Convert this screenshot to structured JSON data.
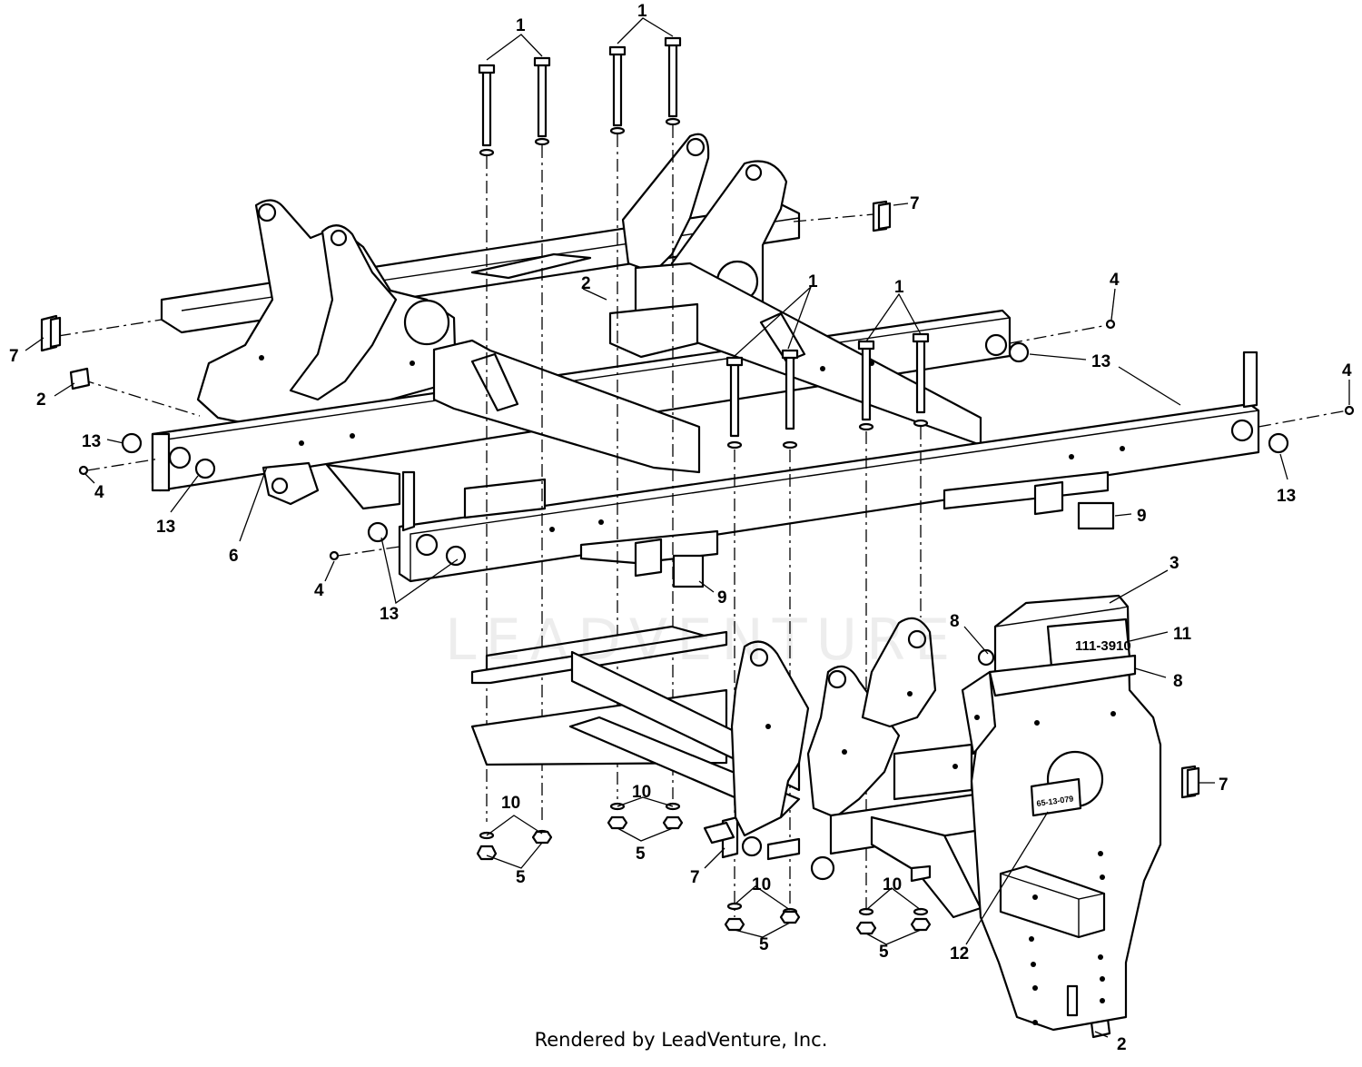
{
  "diagram": {
    "footer": "Rendered by LeadVenture, Inc.",
    "watermark": "LEADVENTURE",
    "decal_main": "111-3910",
    "decal_small": "65-13-079",
    "callouts": {
      "c1a": "1",
      "c1b": "1",
      "c1c": "1",
      "c1d": "1",
      "c2a": "2",
      "c2b": "2",
      "c2c": "2",
      "c3": "3",
      "c4a": "4",
      "c4b": "4",
      "c4c": "4",
      "c4d": "4",
      "c5a": "5",
      "c5b": "5",
      "c5c": "5",
      "c5d": "5",
      "c6": "6",
      "c7a": "7",
      "c7b": "7",
      "c7c": "7",
      "c7d": "7",
      "c8a": "8",
      "c8b": "8",
      "c9a": "9",
      "c9b": "9",
      "c10a": "10",
      "c10b": "10",
      "c10c": "10",
      "c10d": "10",
      "c11": "11",
      "c12": "12",
      "c13a": "13",
      "c13b": "13",
      "c13c": "13",
      "c13d": "13",
      "c13e": "13"
    }
  }
}
